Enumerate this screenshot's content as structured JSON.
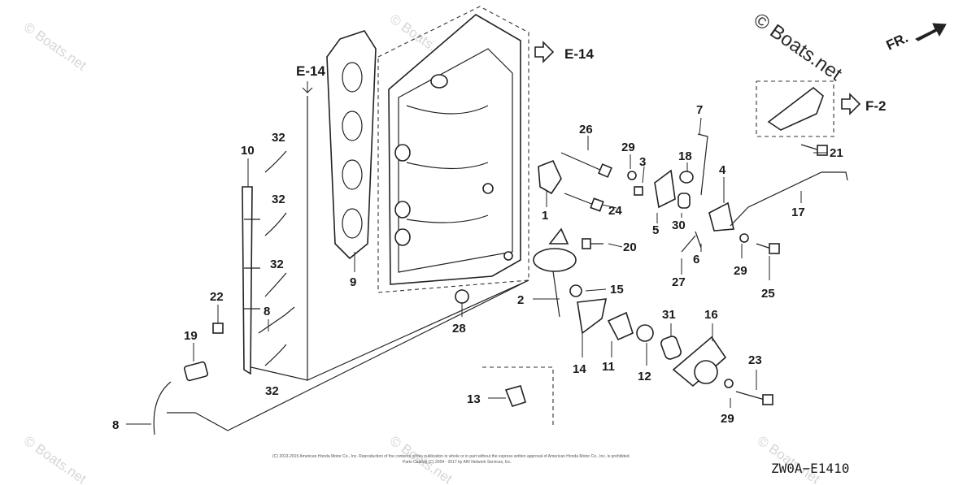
{
  "watermark": {
    "main": "© Boats.net",
    "faint": "© Boats.net"
  },
  "direction": {
    "label": "FR."
  },
  "refs": {
    "e14_left": "E-14",
    "e14_right": "E-14",
    "f2": "F-2"
  },
  "diagram_code": "ZW0A−E1410",
  "copyright": {
    "line1": "(C) 2013-2015 American Honda Motor Co., Inc. Reproduction of the contents of this publication in whole or in part without the express written approval of American Honda Motor Co., Inc. is prohibited.",
    "line2": "Parts Catalog (C) 2004 - 2017 by ARI Network Services, Inc."
  },
  "callouts": {
    "c1": "1",
    "c2": "2",
    "c3": "3",
    "c4": "4",
    "c5": "5",
    "c6": "6",
    "c7": "7",
    "c8a": "8",
    "c8b": "8",
    "c9": "9",
    "c10": "10",
    "c11": "11",
    "c12": "12",
    "c13": "13",
    "c14": "14",
    "c15": "15",
    "c16": "16",
    "c17": "17",
    "c18": "18",
    "c19": "19",
    "c20": "20",
    "c21": "21",
    "c22": "22",
    "c23": "23",
    "c24": "24",
    "c25": "25",
    "c26": "26",
    "c27": "27",
    "c28": "28",
    "c29a": "29",
    "c29b": "29",
    "c29c": "29",
    "c30": "30",
    "c31": "31",
    "c32a": "32",
    "c32b": "32",
    "c32c": "32",
    "c32d": "32"
  }
}
